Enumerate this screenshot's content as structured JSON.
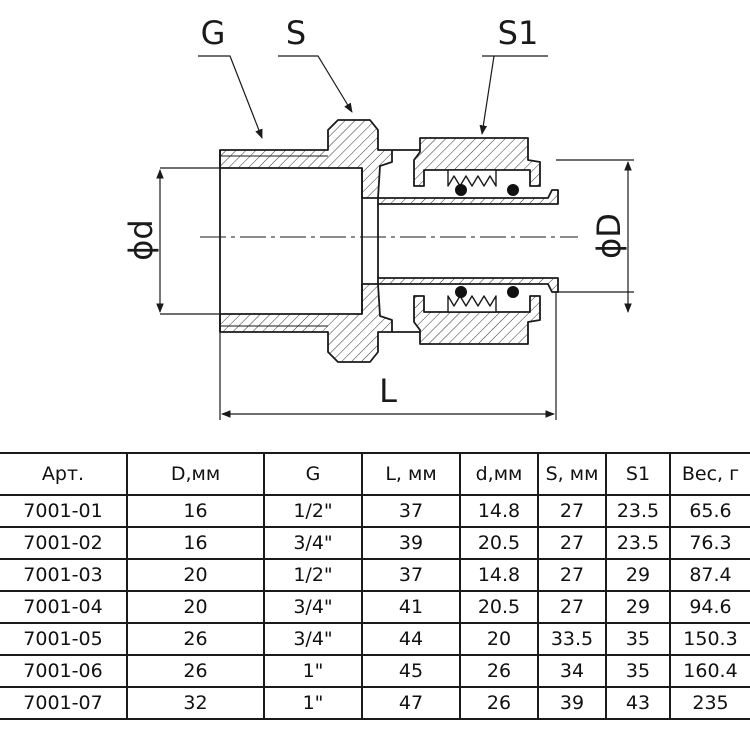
{
  "drawing": {
    "labels": {
      "g": "G",
      "s": "S",
      "s1": "S1",
      "d": "ϕd",
      "D": "ϕD",
      "l": "L"
    }
  },
  "table": {
    "headers": [
      "Арт.",
      "D,мм",
      "G",
      "L, мм",
      "d,мм",
      "S, мм",
      "S1",
      "Вес, г"
    ],
    "rows": [
      [
        "7001-01",
        "16",
        "1/2\"",
        "37",
        "14.8",
        "27",
        "23.5",
        "65.6"
      ],
      [
        "7001-02",
        "16",
        "3/4\"",
        "39",
        "20.5",
        "27",
        "23.5",
        "76.3"
      ],
      [
        "7001-03",
        "20",
        "1/2\"",
        "37",
        "14.8",
        "27",
        "29",
        "87.4"
      ],
      [
        "7001-04",
        "20",
        "3/4\"",
        "41",
        "20.5",
        "27",
        "29",
        "94.6"
      ],
      [
        "7001-05",
        "26",
        "3/4\"",
        "44",
        "20",
        "33.5",
        "35",
        "150.3"
      ],
      [
        "7001-06",
        "26",
        "1\"",
        "45",
        "26",
        "34",
        "35",
        "160.4"
      ],
      [
        "7001-07",
        "32",
        "1\"",
        "47",
        "26",
        "39",
        "43",
        "235"
      ]
    ]
  }
}
